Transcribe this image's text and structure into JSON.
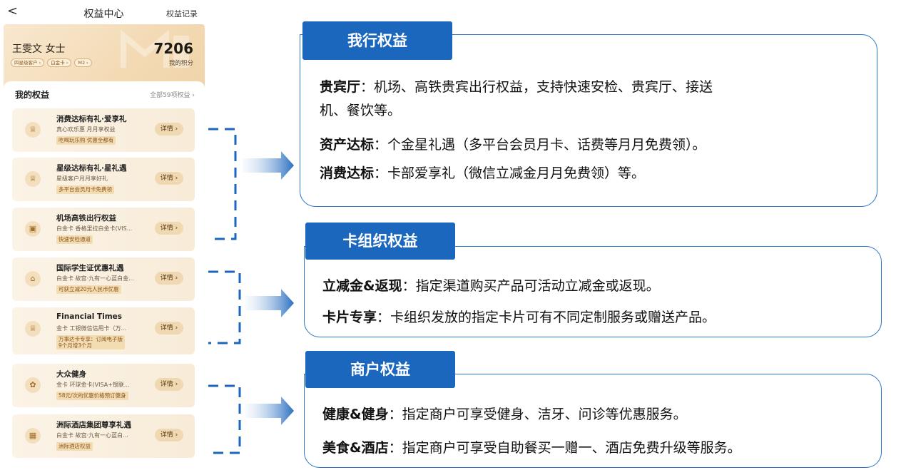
{
  "phone": {
    "nav": {
      "back": "<",
      "title": "权益中心",
      "record": "权益记录"
    },
    "user": {
      "name": "王雯文 女士",
      "badges": [
        "四星级客户 ›",
        "白金卡 ›",
        "M2 ›"
      ],
      "points": "7206",
      "points_label": "我的积分"
    },
    "benefits": {
      "title": "我的权益",
      "all": "全部59项权益 ›",
      "detail_label": "详情 ›",
      "items": [
        {
          "title": "消费达标有礼·爱享礼",
          "sub": "真心欢乐惠 月月享权益",
          "tag": "吃喝玩乐购 优惠全都有"
        },
        {
          "title": "星级达标有礼·星礼遇",
          "sub": "星级客户月月享好礼",
          "tag": "多平台会员月卡免费领"
        },
        {
          "title": "机场高铁出行权益",
          "sub": "白金卡 香格里拉白金卡(VIS...",
          "tag": "快速安检通道"
        },
        {
          "title": "国际学生证优惠礼遇",
          "sub": "白金卡 故宫·九有一心蓝白金...",
          "tag": "可获立减20元人民币优惠"
        },
        {
          "title": "Financial Times",
          "sub": "金卡 工银微信信用卡（万...",
          "tag": "万事达卡专享：订阅电子版",
          "tag_line2": "9个月增3个月"
        },
        {
          "title": "大众健身",
          "sub": "金卡 环球金卡(VISA+银联...",
          "tag": "58元/次的优惠价格预订健身"
        },
        {
          "title": "洲际酒店集团尊享礼遇",
          "sub": "白金卡 故宫·九有一心蓝白...",
          "tag": "洲际酒店权益"
        }
      ]
    }
  },
  "panels": [
    {
      "tag": "我行权益",
      "lines": [
        {
          "key": "贵宾厅",
          "text": "：机场、高铁贵宾出行权益，支持快速安检、贵宾厅、接送"
        },
        {
          "key": "",
          "text": "机、餐饮等。"
        },
        {
          "key": "资产达标",
          "text": "：个金星礼遇（多平台会员月卡、话费等月月免费领）。"
        },
        {
          "key": "消费达标",
          "text": "：卡部爱享礼（微信立减金月月免费领）等。"
        }
      ]
    },
    {
      "tag": "卡组织权益",
      "lines": [
        {
          "key": "立减金&返现",
          "text": "：指定渠道购买产品可活动立减金或返现。"
        },
        {
          "key": "卡片专享",
          "text": "：卡组织发放的指定卡片可有不同定制服务或赠送产品。"
        }
      ]
    },
    {
      "tag": "商户权益",
      "lines": [
        {
          "key": "健康&健身",
          "text": "：指定商户可享受健身、洁牙、问诊等优惠服务。"
        },
        {
          "key": "美食&酒店",
          "text": "：指定商户可享受自助餐买一赠一、酒店免费升级等服务。"
        }
      ]
    }
  ],
  "colors": {
    "accent": "#1b67bd",
    "border": "#2a76c8",
    "gold": "#f3dab4"
  },
  "icons": [
    "chevron-left-icon",
    "gift-icon",
    "star-gift-icon",
    "luggage-icon",
    "graduation-icon",
    "fitness-icon",
    "hotel-icon"
  ]
}
